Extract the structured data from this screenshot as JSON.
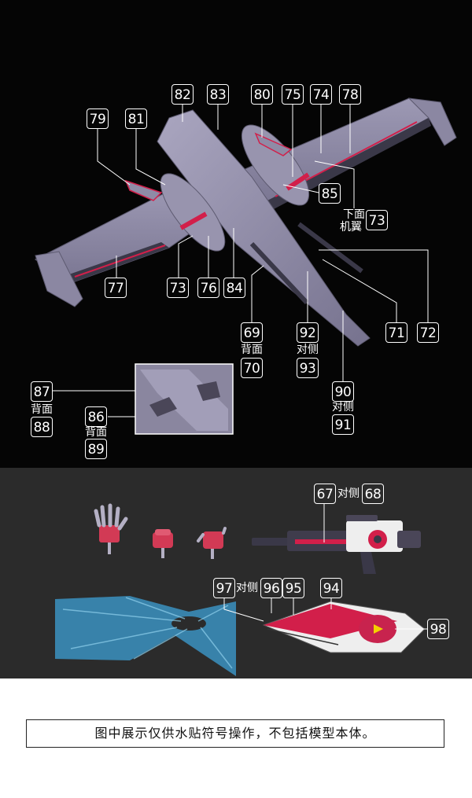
{
  "labels": {
    "n79": "79",
    "n81": "81",
    "n82": "82",
    "n83": "83",
    "n80": "80",
    "n75": "75",
    "n74": "74",
    "n78": "78",
    "n85": "85",
    "n73a": "73",
    "n73b": "73",
    "n77": "77",
    "n76": "76",
    "n84": "84",
    "n69": "69",
    "n70": "70",
    "n92": "92",
    "n93": "93",
    "n71": "71",
    "n72": "72",
    "n90": "90",
    "n91": "91",
    "n87": "87",
    "n88": "88",
    "n86": "86",
    "n89": "89",
    "n67": "67",
    "n68": "68",
    "n97": "97",
    "n96": "96",
    "n95": "95",
    "n94": "94",
    "n98": "98"
  },
  "text": {
    "lower_wing_line1": "下面",
    "lower_wing_line2": "机翼",
    "back_70": "背面",
    "opposite_93": "对侧",
    "opposite_91": "对侧",
    "back_88": "背面",
    "back_89": "背面",
    "opposite_68": "对侧",
    "opposite_96": "对侧"
  },
  "footer_note": "图中展示仅供水贴符号操作，不包括模型本体。",
  "colors": {
    "top_bg": "#050505",
    "mid_bg": "#2b2b2b",
    "hull": "#8f8ba6",
    "accent_red": "#d21f4a",
    "effect_blue": "#3b8fb8"
  }
}
